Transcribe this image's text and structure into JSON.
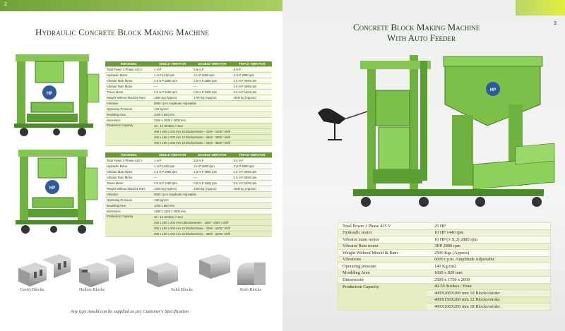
{
  "left": {
    "page_number": "2",
    "title": "Hydraulic Concrete Block Making Machine",
    "table1": {
      "headers": [
        "868 MODEL",
        "SINGLE VIBRATOR",
        "DOUBLE VIBRATOR",
        "TRIPLE VIBRATOR"
      ],
      "rows": [
        [
          "Total Power 3 Phase 415 V",
          "1 H.P",
          "6.5 H.P",
          "6 H.P"
        ],
        [
          "Hydraulic Motor",
          "1 H.P 1440 rpm",
          "3 H.P 2880 rpm",
          "3 H.P 2880 rpm"
        ],
        [
          "Vibrator Main Motor",
          "1.5 H.P 2880 rpm",
          "1.5 H.P 2880 rpm",
          "1.5 H.P 2880 rpm"
        ],
        [
          "Vibrator Ram Motor",
          "—",
          "—",
          "1.5 H.P 2880 rpm"
        ],
        [
          "Travel Motor",
          "0.5 H.P 1400 rpm",
          "0.5 H.P 1400 rpm",
          "0.5 H.P 1400 rpm"
        ],
        [
          "Weight Without Mould & Ram",
          "1500 kg (Approx)",
          "1700 kg (Approx)",
          "1800 kg (Approx)"
        ],
        [
          "Vibration",
          "6000 r.p.m Amplitude Adjustable",
          "",
          ""
        ],
        [
          "Operating Pressure",
          "140 kg/cm²",
          "",
          ""
        ],
        [
          "Moulding Area",
          "1000 x 820 mm",
          "",
          ""
        ],
        [
          "Dimension",
          "2200 x 1500 x 2000 mm",
          "",
          ""
        ]
      ],
      "production_label": "Production Capacity",
      "production_lines": [
        "10 - 12 Strokes / Hour",
        "400 x 200 x 200 mm 10 Blocks/stroke - 2200 - 2400 / Shift",
        "400 x 150 x 200 mm 12 Blocks/stroke - 2600 - 2800 / Shift",
        "400 x 100 x 200 mm 18 Blocks/stroke - 3400 - 3600 / Shift"
      ]
    },
    "table2": {
      "headers": [
        "760 MODEL",
        "SINGLE VIBRATOR",
        "DOUBLE VIBRATOR",
        "TRIPLE VIBRATOR"
      ],
      "rows": [
        [
          "Total Power 3 Phase 415 V",
          "1 H.P",
          "6.5 H.P",
          "8.5 H.P"
        ],
        [
          "Hydraulic Motor",
          "1 H.P 1440 rpm",
          "3 H.P 2880 rpm",
          "3 H.P 2880 rpm"
        ],
        [
          "Vibrator Main Motor",
          "1.5 H.P 2880 rpm",
          "1.5 H.P 2880 rpm",
          "1.5 H.P 2880 rpm"
        ],
        [
          "Vibrator Ram Motor",
          "—",
          "—",
          "1.5 H.P 2880 rpm"
        ],
        [
          "Travel Motor",
          "0.5 H.P 1400 rpm",
          "0.5 H.P 1400 rpm",
          "0.5 H.P 1400 rpm"
        ],
        [
          "Weight Without Mould & Ram",
          "1200 kg (Approx)",
          "1500 kg (Approx)",
          "1600 kg (Approx)"
        ],
        [
          "Vibration",
          "6000 r.p.m Amplitude Adjustable",
          "",
          ""
        ],
        [
          "Operating Pressure",
          "140 kg/cm²",
          "",
          ""
        ],
        [
          "Moulding Area",
          "1000 x 680 mm",
          "",
          ""
        ],
        [
          "Dimension",
          "1800 x 1400 x 2000 mm",
          "",
          ""
        ]
      ],
      "production_label": "Production Capacity",
      "production_lines": [
        "10 - 12 Strokes / Hour",
        "400 x 200 x 200 mm 8 Blocks/stroke - 1800 - 2000 / Shift",
        "400 x 150 x 200 mm 10 Blocks/stroke - 2000 - 2200 / Shift",
        "400 x 100 x 200 mm 16 Blocks/stroke - 3000 - 3200 / Shift"
      ]
    },
    "blocks": [
      {
        "label": "Cavity Blocks"
      },
      {
        "label": "Hollow Blocks"
      },
      {
        "label": "Solid Blocks"
      },
      {
        "label": "Kerb Blocks"
      }
    ],
    "note": "Any type mould can be supplied as per Customer's Specification."
  },
  "right": {
    "page_number": "3",
    "title_line1": "Concrete Block Making Machine",
    "title_line2": "With Auto Feeder",
    "specs": [
      {
        "k": "Total Power 3 Phase 415 V",
        "v": "25 HP"
      },
      {
        "k": "Hydraulic motor",
        "v": "10 HP 1440 rpm"
      },
      {
        "k": "Vibrator main motor",
        "v": "10 HP (3 X 2) 2880 rpm"
      },
      {
        "k": "Vibrator Ram motor",
        "v": "3HP 2880 rpm"
      },
      {
        "k": "Weight Without Mould & Ram",
        "v": "2500 Kgs (Approx)"
      },
      {
        "k": "Vibrations",
        "v": "6000 r.p.m. Amplitude Adjustable"
      },
      {
        "k": "Operating pressure",
        "v": "140 Kg/cm2"
      },
      {
        "k": "Moulding Area",
        "v": "1060 x 820 mm"
      },
      {
        "k": "Dimensions",
        "v": "2500 x 1750 x 2600"
      }
    ],
    "production_label": "Production Capacity",
    "production_lines": [
      "40-50 Strokes / Hour",
      "400X200X200 mm 10 Blocks/stroke",
      "400X150X200 mm 12 Blocks/stroke",
      "400X100X200 mm 18 Blocks/stroke"
    ]
  },
  "colors": {
    "machine_green": "#7cc04a",
    "machine_dark": "#4d8a2a",
    "table_header": "#6a9a35",
    "accent_yellow": "#e5ef3a"
  }
}
